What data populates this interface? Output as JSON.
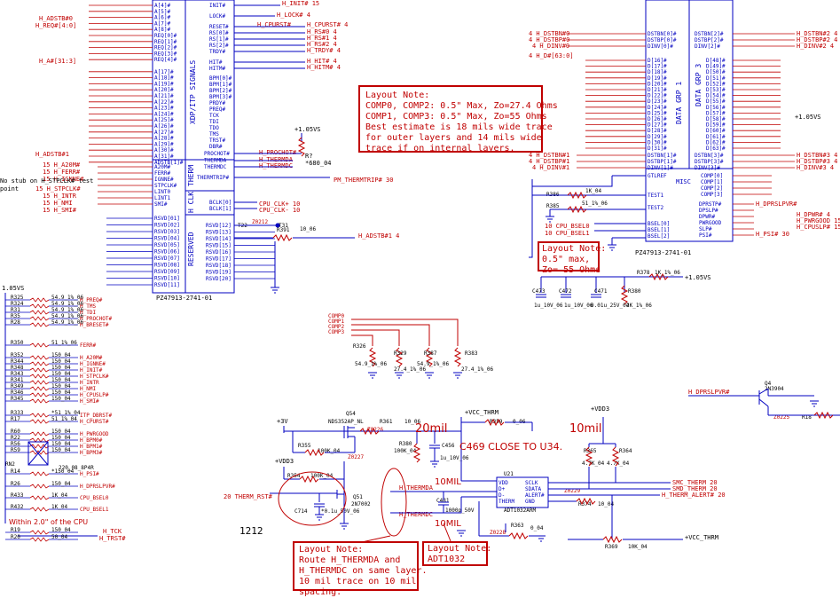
{
  "notes": {
    "comp": {
      "title": "Layout Note:",
      "lines": [
        "COMP0, COMP2: 0.5\" Max, Zo=27.4 Ohms",
        "COMP1, COMP3: 0.5\" Max, Zo=55   Ohms",
        "Best estimate is 18 mils wide trace",
        "for outer layers and 14 mils wide",
        "trace if on internal layers."
      ]
    },
    "gtlref": {
      "title": "Layout Note:",
      "lines": [
        "0.5\" max,",
        "Zo= 55 Ohms"
      ]
    },
    "thermda": {
      "title": "Layout Note:",
      "lines": [
        "Route H_THERMDA and",
        "H_THERMDC on same layer.",
        "10 mil trace on 10 mil",
        "spacing."
      ]
    },
    "adt": {
      "title": "Layout Note:",
      "lines": [
        "ADT1032"
      ]
    },
    "c469": "C469 CLOSE TO U34.",
    "mil20": "20mil",
    "mil10": "10mil",
    "mil10b": "10MIL",
    "mil10c": "10MIL",
    "within": "Within 2.0\" of the CPU",
    "stub": "No stub on H_STPCLK# test point",
    "num1212": "1212"
  },
  "left_part": {
    "pins_left": [
      "A[4]#",
      "A[5]#",
      "A[6]#",
      "A[7]#",
      "A[8]#",
      "REQ[0]#",
      "REQ[1]#",
      "REQ[2]#",
      "REQ[3]#",
      "REQ[4]#",
      "",
      "A[17]#",
      "A[18]#",
      "A[19]#",
      "A[20]#",
      "A[21]#",
      "A[22]#",
      "A[23]#",
      "A[24]#",
      "A[25]#",
      "A[26]#",
      "A[27]#",
      "A[28]#",
      "A[29]#",
      "A[30]#",
      "A[31]#",
      "ADSTB[1]#"
    ],
    "pins_right": [
      "INIT#",
      "LOCK#",
      "",
      "RESET#",
      "RS[0]#",
      "RS[1]#",
      "RS[2]#",
      "TRDY#",
      "",
      "HIT#",
      "HITM#",
      "",
      "BPM[0]#",
      "BPM[1]#",
      "BPM[2]#",
      "BPM[3]#",
      "PRDY#",
      "PREQ#",
      "TCK",
      "TDI",
      "TDO",
      "TMS",
      "TRST#",
      "DBR#"
    ],
    "section_xdp": "XDP/ITP SIGNALS",
    "section_therm": "THERM",
    "section_hclk": "H CLK",
    "section_reserved": "RESERVED",
    "therm_pins": [
      "PROCHOT#",
      "THERMDA",
      "THERMDC"
    ],
    "misc_pins": [
      "A20M#",
      "FERR#",
      "IGNNE#",
      "STPCLK#",
      "LINT0",
      "LINT1",
      "SMI#"
    ],
    "thermtrip": "THERMTRIP#",
    "bclk": [
      "BCLK[0]",
      "BCLK[1]"
    ],
    "rsvd_left": [
      "RSVD[01]",
      "RSVD[02]",
      "RSVD[03]",
      "RSVD[04]",
      "RSVD[05]",
      "RSVD[06]",
      "RSVD[07]",
      "RSVD[08]",
      "RSVD[09]",
      "RSVD[10]",
      "RSVD[11]"
    ],
    "rsvd_right": [
      "RSVD[12]",
      "RSVD[13]",
      "RSVD[14]",
      "RSVD[15]",
      "RSVD[16]",
      "RSVD[17]",
      "RSVD[18]",
      "RSVD[19]",
      "RSVD[20]"
    ],
    "partno": "PZ47913-2741-01"
  },
  "right_part": {
    "grp1_left": [
      "D[16]#",
      "D[17]#",
      "D[18]#",
      "D[19]#",
      "D[20]#",
      "D[21]#",
      "D[22]#",
      "D[23]#",
      "D[24]#",
      "D[25]#",
      "D[26]#",
      "D[27]#",
      "D[28]#",
      "D[29]#",
      "D[30]#",
      "D[31]#"
    ],
    "grp1_right": [
      "D[48]#",
      "D[49]#",
      "D[50]#",
      "D[51]#",
      "D[52]#",
      "D[53]#",
      "D[54]#",
      "D[55]#",
      "D[56]#",
      "D[57]#",
      "D[58]#",
      "D[59]#",
      "D[60]#",
      "D[61]#",
      "D[62]#",
      "D[63]#"
    ],
    "grp1_label": "DATA GRP 1",
    "grp3_label": "DATA GRP 3",
    "top_left": [
      "DSTBN[0]#",
      "DSTBP[0]#",
      "DINV[0]#"
    ],
    "top_right": [
      "DSTBN[2]#",
      "DSTBP[2]#",
      "DINV[2]#"
    ],
    "strobe_left": [
      "DSTBN[1]#",
      "DSTBP[1]#",
      "DINV[1]#"
    ],
    "strobe_right": [
      "DSTBN[3]#",
      "DSTBP[3]#",
      "DINV[3]#"
    ],
    "misc_label": "MISC",
    "gtlref": "GTLREF",
    "test": [
      "TEST1",
      "TEST2"
    ],
    "bsel": [
      "BSEL[0]",
      "BSEL[1]",
      "BSEL[2]"
    ],
    "comp": [
      "COMP[0]",
      "COMP[1]",
      "COMP[2]",
      "COMP[3]"
    ],
    "ctrl": [
      "DPRSTP#",
      "DPSLP#",
      "DPWR#",
      "PWRGOOD",
      "SLP#",
      "PSI#"
    ],
    "partno": "PZ47913-2741-01"
  },
  "signals": {
    "h_adstb0": "H_ADSTB#0",
    "h_req": "H_REQ#[4:0]",
    "h_a": "H_A#[31:3]",
    "h_init": "H_INIT# 15",
    "h_lock": "H_LOCK# 4",
    "h_cpurst": "H_CPURST#",
    "h_cpurst4": "H_CPURST# 4",
    "h_rs0": "H_RS#0 4",
    "h_rs1": "H_RS#1 4",
    "h_rs2": "H_RS#2 4",
    "h_trdy": "H_TRDY# 4",
    "h_hit": "H_HIT# 4",
    "h_hitm": "H_HITM# 4",
    "h_adstb1": "H_ADSTB#1",
    "h_a20m": "15 H_A20M#",
    "h_ferr": "15 H_FERR#",
    "h_ignne": "15 H_IGNNE#",
    "h_stpclk": "15 H_STPCLK#",
    "h_intr": "15 H_INTR",
    "h_nmi": "15 H_NMI",
    "h_smi": "15 H_SMI#",
    "pm_thermtrip": "PM_THERMTRIP# 30",
    "h_prochot": "H_PROCHOT#",
    "h_thermda": "H_THERMDA",
    "h_thermdc": "H_THERMDC",
    "v105": "+1.05VS",
    "r_prochot": "R?",
    "r_val": "*680_04",
    "cpu_clk": "CPU_CLK+ 10",
    "cpu_clkn": "CPU_CLK- 10",
    "h_adstb_r": "H_ADSTB#1 4",
    "r391": "R391",
    "r391v": "10_06",
    "tp31": "T31",
    "tp22": "T22",
    "z0212": "Z0212",
    "h_dstbn0": "4 H_DSTBN#0",
    "h_dstbp0": "4 H_DSTBP#0",
    "h_dinv0": "4 H_DINV#0",
    "h_d": "4 H_D#[63:0]",
    "h_dstbn1": "4 H_DSTBN#1",
    "h_dstbp1": "4 H_DSTBP#1",
    "h_dinv1": "4 H_DINV#1",
    "h_dstbn2": "H_DSTBN#2 4",
    "h_dstbp2": "H_DSTBP#2 4",
    "h_dinv2": "H_DINV#2 4",
    "h_dstbn3": "H_DSTBN#3 4",
    "h_dstbp3": "H_DSTBP#3 4",
    "h_dinv3": "H_DINV#3 4",
    "h_dprslpvr": "H_DPRSLPVR#",
    "h_dpwr": "H_DPWR# 4",
    "h_pwrgood": "H_PWRGOOD 15",
    "h_cpuslp": "H_CPUSLP# 15",
    "h_psi": "H_PSI# 30",
    "cpu_bsel0": "10 CPU_BSEL0",
    "cpu_bsel1": "10 CPU_BSEL1",
    "r386": "R386",
    "r386v": "1K_04",
    "r385": "R385",
    "r385v": "51_1%_06",
    "r378": "R378",
    "r378v": "1K_1%_06",
    "r380": "R380",
    "r380v": "2K_1%_06",
    "c473": "C473",
    "c472": "C472",
    "c471": "C471",
    "c473v": "1u_10V_06",
    "c472v": "1u_10V_06",
    "c471v": "0.01u_25V_04",
    "comp0": "COMP0",
    "comp1": "COMP1",
    "comp2": "COMP2",
    "comp3": "COMP3",
    "r326": "R326",
    "r329": "R329",
    "r387": "R387",
    "r383": "R383",
    "r326v": "54.9_1%_06",
    "r329v": "27.4_1%_06",
    "r387v": "54.9_1%_06",
    "r383v": "27.4_1%_06",
    "h_dprslpvr_l": "H_DPRSLPVR#",
    "q4": "Q4",
    "q4v": "2N3904",
    "z0225": "Z0225",
    "r18": "R18",
    "v3": "+3V",
    "vcc_thrm": "+VCC_THRM",
    "vdd3": "+VDD3",
    "q54": "Q54",
    "q54v": "NDS352AP_NL",
    "r361": "R361",
    "r361v": "10_06",
    "z0226": "Z0226",
    "r355": "R355",
    "r355v": "100K_04",
    "z0227": "Z0227",
    "r359": "R359",
    "r359v": "0_06",
    "r380b": "R380",
    "r380bv": "100K_04",
    "c456": "C456",
    "c456v": "1u_10V_06",
    "r354": "R354",
    "r354v": "100K_04",
    "q51": "Q51",
    "q51v": "2N7002",
    "c714": "C714",
    "c714v": "*0.1u_50V_06",
    "therm_rst": "20 THERM_RST#",
    "c481": "C481",
    "c481v": "1000p_50V",
    "u21": "U21",
    "u21pins_l": [
      "VDD",
      "D+",
      "D-",
      "THERM"
    ],
    "u21pins_r": [
      "SCLK",
      "SDATA",
      "ALERT#",
      "GND"
    ],
    "u21v": "ADT1032ARM",
    "smc_therm": "SMC_THERM 20",
    "smd_therm": "SMD_THERM 20",
    "h_thermalert": "H_THERM_ALERT# 20",
    "r365": "R365",
    "r364": "R364",
    "r365v": "4.7K_04",
    "r364v": "4.7K_04",
    "r374": "R374",
    "r374v": "10_04",
    "z0229": "Z0229",
    "z0228": "Z0228",
    "r363": "R363",
    "r363v": "0_04",
    "r369": "R369",
    "r369v": "10K_04",
    "vcc_thrm2": "+VCC_THRM",
    "h_tck": "H_TCK",
    "h_trst": "H_TRST#"
  },
  "pullup_bank": {
    "supply": "1.05VS",
    "rows": [
      [
        "R325",
        "54.9_1%_06",
        "H_PREQ#"
      ],
      [
        "R324",
        "54.9_1%_06",
        "H_TMS"
      ],
      [
        "R31",
        "54.9_1%_06",
        "H_TDI"
      ],
      [
        "R35",
        "54.9_1%_06",
        "H_PROCHOT#"
      ],
      [
        "R28",
        "54.9_1%_06",
        "H_BRESET#"
      ],
      [
        "R350",
        "51_1%_06",
        "FERR#"
      ],
      [
        "R352",
        "150_04",
        "H_A20M#"
      ],
      [
        "R344",
        "150_04",
        "H_IGNNE#"
      ],
      [
        "R348",
        "150_04",
        "H_INIT#"
      ],
      [
        "R343",
        "150_04",
        "H_STPCLK#"
      ],
      [
        "R341",
        "150_04",
        "H_INTR"
      ],
      [
        "R349",
        "150_04",
        "H_NMI"
      ],
      [
        "R346",
        "150_04",
        "H_CPUSLP#"
      ],
      [
        "R345",
        "150_04",
        "H_SMI#"
      ],
      [
        "R333",
        "*51_1%_04",
        "ITP_DBRST#"
      ],
      [
        "R17",
        "51_1%_04",
        "H_CPURST#"
      ],
      [
        "R60",
        "150_04",
        "H_PWRGOOD"
      ],
      [
        "R22",
        "150_04",
        "H_BPM0#"
      ],
      [
        "R56",
        "150_04",
        "H_BPM1#"
      ],
      [
        "R59",
        "150_04",
        "H_BPM3#"
      ]
    ],
    "rn2": "RN2",
    "rn2v": "220_08_8P4R",
    "r14": "R14",
    "r14v": "*150_04",
    "r14s": "H_PSI#",
    "r26": "R26",
    "r26v": "150_04",
    "r26s": "H_DPRSLPVR#",
    "r433": "R433",
    "r433v": "1K_04",
    "r433s": "CPU_BSEL0",
    "r432": "R432",
    "r432v": "1K_04",
    "r432s": "CPU_BSEL1",
    "r19": "R19",
    "r20": "R20",
    "r19v": "150_04",
    "r20v": "50_04"
  }
}
